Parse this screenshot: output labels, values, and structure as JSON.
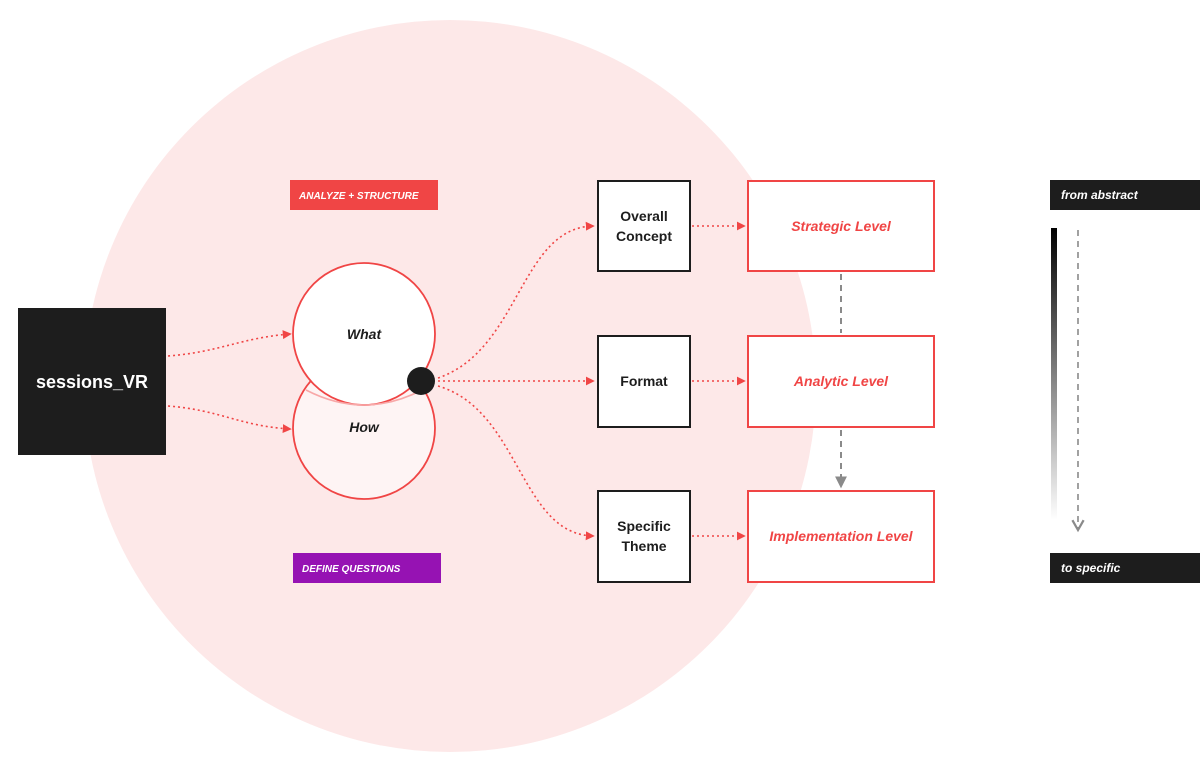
{
  "source": {
    "label": "sessions_VR"
  },
  "tags": {
    "analyze": "ANALYZE + STRUCTURE",
    "define": "DEFINE QUESTIONS"
  },
  "circles": {
    "what": "What",
    "how": "How"
  },
  "outputs": [
    {
      "name": "overall-concept",
      "lines": [
        "Overall",
        "Concept"
      ],
      "level": "Strategic Level"
    },
    {
      "name": "format",
      "lines": [
        "Format"
      ],
      "level": "Analytic Level"
    },
    {
      "name": "specific-theme",
      "lines": [
        "Specific",
        "Theme"
      ],
      "level": "Implementation Level"
    }
  ],
  "scale": {
    "top": "from abstract",
    "bottom": "to specific"
  },
  "colors": {
    "accent_red": "#f04545",
    "tag_red": "#f04545",
    "tag_purple": "#9612b3",
    "background_circle": "#fde8e8",
    "dark": "#1d1d1d",
    "dashed_gray": "#8a8a8a"
  }
}
